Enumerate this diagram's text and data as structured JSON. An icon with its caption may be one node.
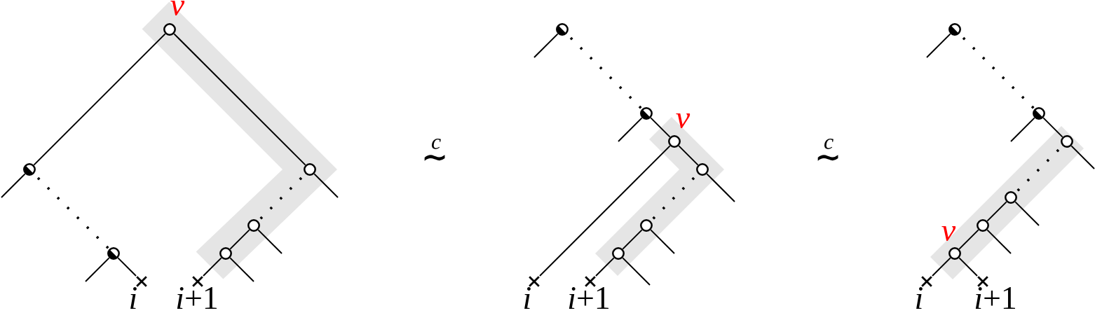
{
  "diagram": {
    "nodes": [
      {
        "text": [],
        "shape": "circle",
        "beside": [
          "v"
        ]
      },
      {
        "text": [],
        "shape": "circle"
      },
      {
        "text": [],
        "shape": "circle"
      },
      {
        "text": [],
        "shape": "circle"
      },
      {
        "text": [],
        "shape": "circle"
      },
      {
        "text": [],
        "shape": "circle"
      },
      {
        "text": [],
        "shape": "cross",
        "beside": [
          "i"
        ]
      },
      {
        "text": [],
        "shape": "cross",
        "beside": [
          "*i*+1"
        ]
      },
      {
        "text": [],
        "shape": "circle"
      },
      {
        "text": [],
        "shape": "circle"
      },
      {
        "text": [],
        "shape": "circle",
        "beside": [
          "v"
        ]
      },
      {
        "text": [],
        "shape": "circle"
      },
      {
        "text": [],
        "shape": "circle"
      },
      {
        "text": [],
        "shape": "circle"
      },
      {
        "text": [],
        "shape": "cross",
        "beside": [
          "i"
        ]
      },
      {
        "text": [],
        "shape": "cross",
        "beside": [
          "*i*+1"
        ]
      },
      {
        "text": [],
        "shape": "circle"
      },
      {
        "text": [],
        "shape": "circle"
      },
      {
        "text": [],
        "shape": "circle"
      },
      {
        "text": [],
        "shape": "circle"
      },
      {
        "text": [],
        "shape": "circle"
      },
      {
        "text": [],
        "shape": "circle",
        "beside": [
          "v"
        ]
      },
      {
        "text": [],
        "shape": "cross",
        "beside": [
          "i"
        ]
      },
      {
        "text": [],
        "shape": "cross",
        "beside": [
          "*i*+1"
        ]
      }
    ],
    "edges": [
      {
        "from": 0,
        "to": 1,
        "arrow": "none"
      },
      {
        "from": 0,
        "to": 2,
        "arrow": "none"
      },
      {
        "from": 1,
        "to": null,
        "arrow": "none"
      },
      {
        "from": 1,
        "to": 4,
        "arrow": "none",
        "style": "dashed"
      },
      {
        "from": 2,
        "to": null,
        "arrow": "none"
      },
      {
        "from": 2,
        "to": 3,
        "arrow": "none",
        "style": "dashed"
      },
      {
        "from": 3,
        "to": null,
        "arrow": "none"
      },
      {
        "from": 3,
        "to": 5,
        "arrow": "none"
      },
      {
        "from": 4,
        "to": null,
        "arrow": "none"
      },
      {
        "from": 4,
        "to": 6,
        "arrow": "none"
      },
      {
        "from": 5,
        "to": null,
        "arrow": "none"
      },
      {
        "from": 5,
        "to": 7,
        "arrow": "none"
      },
      {
        "from": 8,
        "to": null,
        "arrow": "none"
      },
      {
        "from": 8,
        "to": 9,
        "arrow": "none",
        "style": "dashed"
      },
      {
        "from": 9,
        "to": null,
        "arrow": "none"
      },
      {
        "from": 9,
        "to": 10,
        "arrow": "none"
      },
      {
        "from": 10,
        "to": 14,
        "arrow": "none"
      },
      {
        "from": 10,
        "to": 11,
        "arrow": "none"
      },
      {
        "from": 11,
        "to": null,
        "arrow": "none"
      },
      {
        "from": 11,
        "to": 12,
        "arrow": "none",
        "style": "dashed"
      },
      {
        "from": 12,
        "to": null,
        "arrow": "none"
      },
      {
        "from": 12,
        "to": 13,
        "arrow": "none"
      },
      {
        "from": 13,
        "to": null,
        "arrow": "none"
      },
      {
        "from": 13,
        "to": 15,
        "arrow": "none"
      },
      {
        "from": 16,
        "to": null,
        "arrow": "none"
      },
      {
        "from": 16,
        "to": 17,
        "arrow": "none",
        "style": "dashed"
      },
      {
        "from": 17,
        "to": null,
        "arrow": "none"
      },
      {
        "from": 17,
        "to": 18,
        "arrow": "none"
      },
      {
        "from": 18,
        "to": null,
        "arrow": "none"
      },
      {
        "from": 18,
        "to": 19,
        "arrow": "none",
        "style": "dashed"
      },
      {
        "from": 19,
        "to": null,
        "arrow": "none"
      },
      {
        "from": 19,
        "to": 20,
        "arrow": "none"
      },
      {
        "from": 20,
        "to": null,
        "arrow": "none"
      },
      {
        "from": 20,
        "to": 21,
        "arrow": "none"
      },
      {
        "from": 21,
        "to": 22,
        "arrow": "none"
      },
      {
        "from": 21,
        "to": 23,
        "arrow": "none"
      }
    ],
    "labels": [
      "c",
      "∼",
      "c",
      "∼"
    ]
  }
}
